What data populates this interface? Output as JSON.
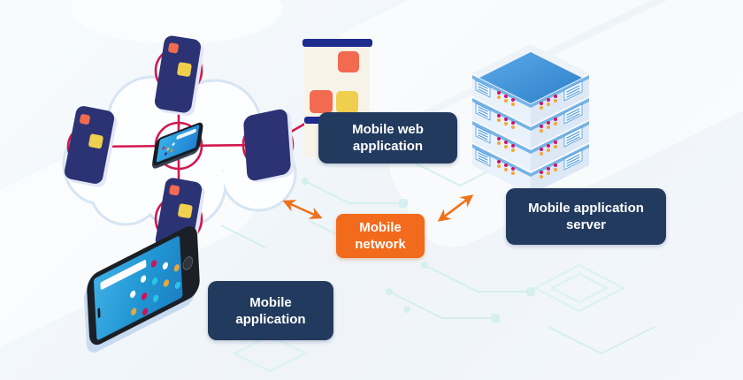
{
  "diagram": {
    "title_context": "Mobile application architecture diagram",
    "nodes": {
      "mobile_web_application": {
        "label": "Mobile web application"
      },
      "mobile_network": {
        "label": "Mobile network"
      },
      "mobile_application_server": {
        "label": "Mobile application server"
      },
      "mobile_application": {
        "label": "Mobile application"
      }
    },
    "connections": [
      {
        "from": "device-cloud",
        "to": "mobile_network",
        "style": "orange-double-arrow"
      },
      {
        "from": "mobile_network",
        "to": "mobile_application_server",
        "style": "orange-double-arrow"
      },
      {
        "from": "hub-phone",
        "to": "peer-phones",
        "style": "crimson-line"
      },
      {
        "from": "cloud-bottom-phone",
        "to": "smartphone",
        "style": "crimson-line"
      },
      {
        "from": "cloud-right-phone",
        "to": "web-app-card",
        "style": "crimson-line"
      }
    ],
    "colors": {
      "label_box": "#233a5f",
      "network_box": "#f26a1b",
      "arrow_orange": "#f0711c",
      "connector_crimson": "#d2184e",
      "phone_navy": "#2c3374",
      "screen_blue": "#2196d3",
      "server_top_blue": "#3d8fd6",
      "accent_orange": "#f26a4f",
      "accent_yellow": "#f0cf4e",
      "cloud_outline": "#d6e5f3",
      "circuit_teal": "#cdeeea",
      "card_body": "#f8f3e9",
      "card_bar_navy": "#1e2b8f"
    }
  }
}
